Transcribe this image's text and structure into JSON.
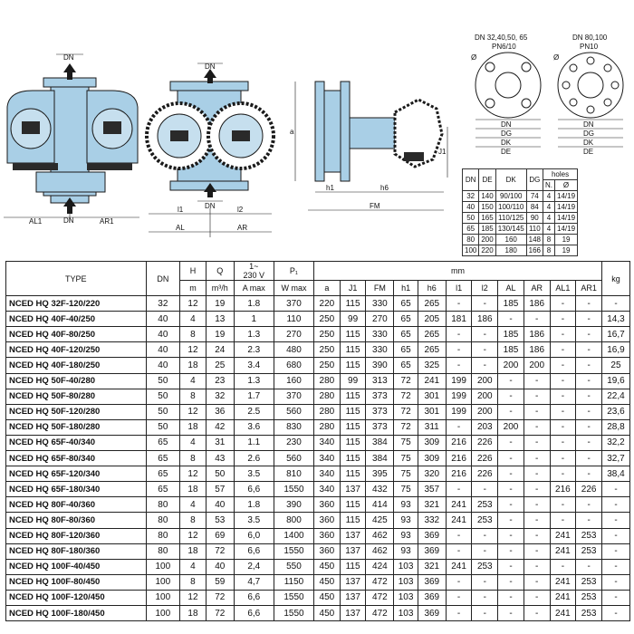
{
  "drawing_labels": {
    "dn": "DN",
    "al1": "AL1",
    "ar1": "AR1",
    "l1": "l1",
    "l2": "l2",
    "al": "AL",
    "ar": "AR",
    "a": "a",
    "h1": "h1",
    "h6": "h6",
    "j1": "J1",
    "fm": "FM",
    "flange_left_title": "DN 32,40,50, 65",
    "flange_left_pn": "PN6/10",
    "flange_right_title": "DN 80,100",
    "flange_right_pn": "PN10",
    "de": "DE",
    "dk": "DK",
    "dg": "DG",
    "phi": "Ø"
  },
  "flange_table": {
    "headers": [
      "DN",
      "DE",
      "DK",
      "DG",
      "holes"
    ],
    "subheaders": [
      "N.",
      "Ø"
    ],
    "rows": [
      [
        "32",
        "140",
        "90/100",
        "74",
        "4",
        "14/19"
      ],
      [
        "40",
        "150",
        "100/110",
        "84",
        "4",
        "14/19"
      ],
      [
        "50",
        "165",
        "110/125",
        "90",
        "4",
        "14/19"
      ],
      [
        "65",
        "185",
        "130/145",
        "110",
        "4",
        "14/19"
      ],
      [
        "80",
        "200",
        "160",
        "148",
        "8",
        "19"
      ],
      [
        "100",
        "220",
        "180",
        "166",
        "8",
        "19"
      ]
    ]
  },
  "main_table": {
    "header": {
      "type": "TYPE",
      "dn": "DN",
      "h": "H",
      "h_unit": "m",
      "q": "Q",
      "q_unit": "m³/h",
      "current_top": "1~",
      "current_mid": "230 V",
      "current_unit": "A max",
      "p1": "P₁",
      "p1_unit": "W max",
      "mm": "mm",
      "kg": "kg",
      "dims": [
        "a",
        "J1",
        "FM",
        "h1",
        "h6",
        "l1",
        "l2",
        "AL",
        "AR",
        "AL1",
        "AR1"
      ]
    },
    "rows": [
      [
        "NCED HQ 32F-120/220",
        "32",
        "12",
        "19",
        "1.8",
        "370",
        "220",
        "115",
        "330",
        "65",
        "265",
        "-",
        "-",
        "185",
        "186",
        "-",
        "-",
        "-"
      ],
      [
        "NCED HQ 40F-40/250",
        "40",
        "4",
        "13",
        "1",
        "110",
        "250",
        "99",
        "270",
        "65",
        "205",
        "181",
        "186",
        "-",
        "-",
        "-",
        "-",
        "14,3"
      ],
      [
        "NCED HQ 40F-80/250",
        "40",
        "8",
        "19",
        "1.3",
        "270",
        "250",
        "115",
        "330",
        "65",
        "265",
        "-",
        "-",
        "185",
        "186",
        "-",
        "-",
        "16,7"
      ],
      [
        "NCED HQ 40F-120/250",
        "40",
        "12",
        "24",
        "2.3",
        "480",
        "250",
        "115",
        "330",
        "65",
        "265",
        "-",
        "-",
        "185",
        "186",
        "-",
        "-",
        "16,9"
      ],
      [
        "NCED HQ 40F-180/250",
        "40",
        "18",
        "25",
        "3.4",
        "680",
        "250",
        "115",
        "390",
        "65",
        "325",
        "-",
        "-",
        "200",
        "200",
        "-",
        "-",
        "25"
      ],
      [
        "NCED HQ 50F-40/280",
        "50",
        "4",
        "23",
        "1.3",
        "160",
        "280",
        "99",
        "313",
        "72",
        "241",
        "199",
        "200",
        "-",
        "-",
        "-",
        "-",
        "19,6"
      ],
      [
        "NCED HQ 50F-80/280",
        "50",
        "8",
        "32",
        "1.7",
        "370",
        "280",
        "115",
        "373",
        "72",
        "301",
        "199",
        "200",
        "-",
        "-",
        "-",
        "-",
        "22,4"
      ],
      [
        "NCED HQ 50F-120/280",
        "50",
        "12",
        "36",
        "2.5",
        "560",
        "280",
        "115",
        "373",
        "72",
        "301",
        "199",
        "200",
        "-",
        "-",
        "-",
        "-",
        "23,6"
      ],
      [
        "NCED HQ 50F-180/280",
        "50",
        "18",
        "42",
        "3.6",
        "830",
        "280",
        "115",
        "373",
        "72",
        "311",
        "-",
        "203",
        "200",
        "-",
        "-",
        "-",
        "28,8"
      ],
      [
        "NCED HQ 65F-40/340",
        "65",
        "4",
        "31",
        "1.1",
        "230",
        "340",
        "115",
        "384",
        "75",
        "309",
        "216",
        "226",
        "-",
        "-",
        "-",
        "-",
        "32,2"
      ],
      [
        "NCED HQ 65F-80/340",
        "65",
        "8",
        "43",
        "2.6",
        "560",
        "340",
        "115",
        "384",
        "75",
        "309",
        "216",
        "226",
        "-",
        "-",
        "-",
        "-",
        "32,7"
      ],
      [
        "NCED HQ 65F-120/340",
        "65",
        "12",
        "50",
        "3.5",
        "810",
        "340",
        "115",
        "395",
        "75",
        "320",
        "216",
        "226",
        "-",
        "-",
        "-",
        "-",
        "38,4"
      ],
      [
        "NCED HQ 65F-180/340",
        "65",
        "18",
        "57",
        "6,6",
        "1550",
        "340",
        "137",
        "432",
        "75",
        "357",
        "-",
        "-",
        "-",
        "-",
        "216",
        "226",
        "-"
      ],
      [
        "NCED HQ 80F-40/360",
        "80",
        "4",
        "40",
        "1.8",
        "390",
        "360",
        "115",
        "414",
        "93",
        "321",
        "241",
        "253",
        "-",
        "-",
        "-",
        "-",
        "-"
      ],
      [
        "NCED HQ 80F-80/360",
        "80",
        "8",
        "53",
        "3.5",
        "800",
        "360",
        "115",
        "425",
        "93",
        "332",
        "241",
        "253",
        "-",
        "-",
        "-",
        "-",
        "-"
      ],
      [
        "NCED HQ 80F-120/360",
        "80",
        "12",
        "69",
        "6,0",
        "1400",
        "360",
        "137",
        "462",
        "93",
        "369",
        "-",
        "-",
        "-",
        "-",
        "241",
        "253",
        "-"
      ],
      [
        "NCED HQ 80F-180/360",
        "80",
        "18",
        "72",
        "6,6",
        "1550",
        "360",
        "137",
        "462",
        "93",
        "369",
        "-",
        "-",
        "-",
        "-",
        "241",
        "253",
        "-"
      ],
      [
        "NCED HQ 100F-40/450",
        "100",
        "4",
        "40",
        "2,4",
        "550",
        "450",
        "115",
        "424",
        "103",
        "321",
        "241",
        "253",
        "-",
        "-",
        "-",
        "-",
        "-"
      ],
      [
        "NCED HQ 100F-80/450",
        "100",
        "8",
        "59",
        "4,7",
        "1150",
        "450",
        "137",
        "472",
        "103",
        "369",
        "-",
        "-",
        "-",
        "-",
        "241",
        "253",
        "-"
      ],
      [
        "NCED HQ 100F-120/450",
        "100",
        "12",
        "72",
        "6,6",
        "1550",
        "450",
        "137",
        "472",
        "103",
        "369",
        "-",
        "-",
        "-",
        "-",
        "241",
        "253",
        "-"
      ],
      [
        "NCED HQ 100F-180/450",
        "100",
        "18",
        "72",
        "6,6",
        "1550",
        "450",
        "137",
        "472",
        "103",
        "369",
        "-",
        "-",
        "-",
        "-",
        "241",
        "253",
        "-"
      ]
    ]
  },
  "colors": {
    "pump_body": "#a9cfe6",
    "outline": "#1a1a1a",
    "motor_dark": "#2a2a2a"
  }
}
